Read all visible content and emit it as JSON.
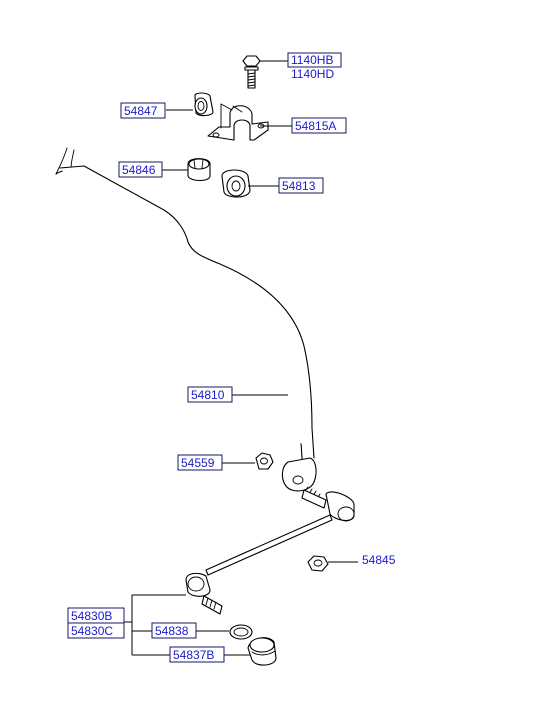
{
  "colors": {
    "label_text": "#1a1acc",
    "box_border": "#1a1a66",
    "line": "#000000",
    "background": "#ffffff"
  },
  "labels": {
    "p1140hb": "1140HB",
    "p1140hd": "1140HD",
    "p54847": "54847",
    "p54815a": "54815A",
    "p54846": "54846",
    "p54813": "54813",
    "p54810": "54810",
    "p54559": "54559",
    "p54845": "54845",
    "p54830b": "54830B",
    "p54830c": "54830C",
    "p54838": "54838",
    "p54837b": "54837B"
  }
}
